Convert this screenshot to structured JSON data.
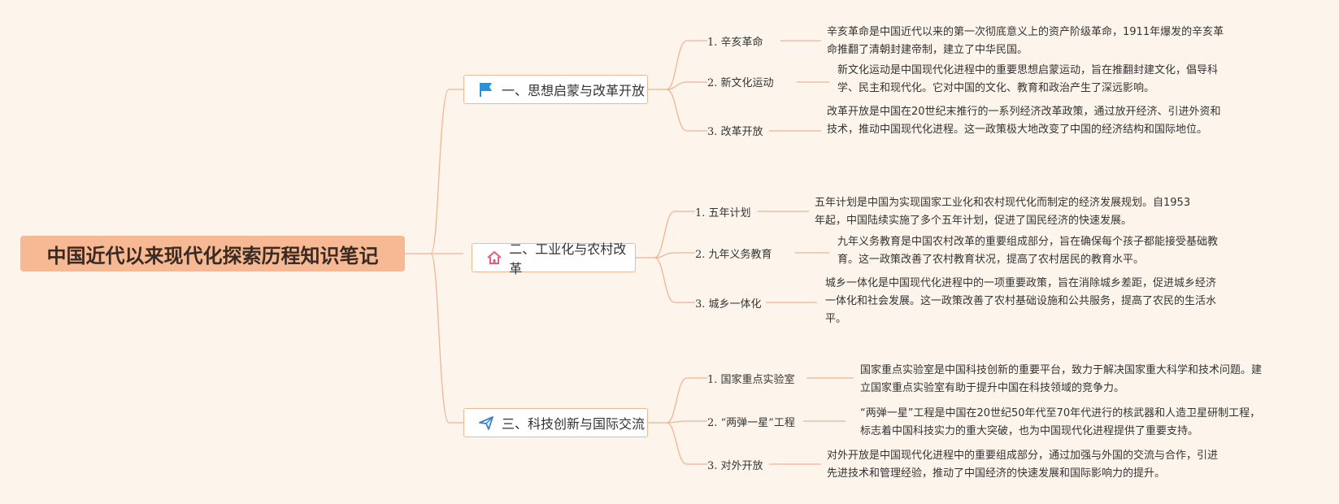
{
  "root": {
    "title": "中国近代以来现代化探索历程知识笔记"
  },
  "branches": [
    {
      "label": "一、思想启蒙与改革开放",
      "icon": "flag-icon",
      "items": [
        {
          "title": "1. 辛亥革命",
          "desc": "辛亥革命是中国近代以来的第一次彻底意义上的资产阶级革命，1911年爆发的辛亥革命推翻了清朝封建帝制，建立了中华民国。"
        },
        {
          "title": "2. 新文化运动",
          "desc": "新文化运动是中国现代化进程中的重要思想启蒙运动，旨在推翻封建文化，倡导科学、民主和现代化。它对中国的文化、教育和政治产生了深远影响。"
        },
        {
          "title": "3. 改革开放",
          "desc": "改革开放是中国在20世纪末推行的一系列经济改革政策，通过放开经济、引进外资和技术，推动中国现代化进程。这一政策极大地改变了中国的经济结构和国际地位。"
        }
      ]
    },
    {
      "label": "二、工业化与农村改革",
      "icon": "home-icon",
      "items": [
        {
          "title": "1. 五年计划",
          "desc": "五年计划是中国为实现国家工业化和农村现代化而制定的经济发展规划。自1953年起，中国陆续实施了多个五年计划，促进了国民经济的快速发展。"
        },
        {
          "title": "2. 九年义务教育",
          "desc": "九年义务教育是中国农村改革的重要组成部分，旨在确保每个孩子都能接受基础教育。这一政策改善了农村教育状况，提高了农村居民的教育水平。"
        },
        {
          "title": "3. 城乡一体化",
          "desc": "城乡一体化是中国现代化进程中的一项重要政策，旨在消除城乡差距，促进城乡经济一体化和社会发展。这一政策改善了农村基础设施和公共服务，提高了农民的生活水平。"
        }
      ]
    },
    {
      "label": "三、科技创新与国际交流",
      "icon": "paper-plane-icon",
      "items": [
        {
          "title": "1. 国家重点实验室",
          "desc": "国家重点实验室是中国科技创新的重要平台，致力于解决国家重大科学和技术问题。建立国家重点实验室有助于提升中国在科技领域的竞争力。"
        },
        {
          "title": "2. “两弹一星”工程",
          "desc": "“两弹一星”工程是中国在20世纪50年代至70年代进行的核武器和人造卫星研制工程，标志着中国科技实力的重大突破，也为中国现代化进程提供了重要支持。"
        },
        {
          "title": "3. 对外开放",
          "desc": "对外开放是中国现代化进程中的重要组成部分，通过加强与外国的交流与合作，引进先进技术和管理经验，推动了中国经济的快速发展和国际影响力的提升。"
        }
      ]
    }
  ],
  "colors": {
    "root_bg": "#f6b994",
    "edge": "#f0b593",
    "branch_border": "#efb794",
    "flag": "#2f8fd8",
    "home": "#e0607a",
    "plane": "#3b7fcf"
  }
}
